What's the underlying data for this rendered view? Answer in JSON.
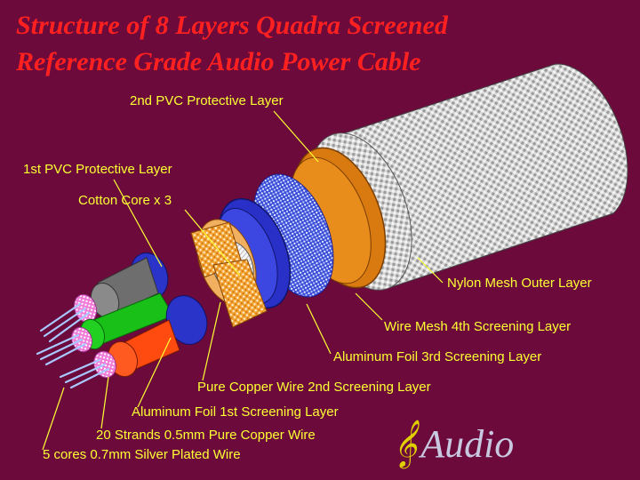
{
  "title": {
    "line1": "Structure of 8 Layers Quadra Screened",
    "line2": "Reference Grade Audio Power Cable"
  },
  "labels": {
    "pvc2": "2nd PVC Protective Layer",
    "pvc1": "1st PVC Protective Layer",
    "cotton": "Cotton Core x 3",
    "nylon": "Nylon Mesh Outer Layer",
    "wiremesh": "Wire Mesh 4th Screening Layer",
    "alu3": "Aluminum Foil 3rd Screening Layer",
    "copper2": "Pure Copper Wire 2nd Screening Layer",
    "alu1": "Aluminum Foil 1st Screening Layer",
    "strands": "20 Strands 0.5mm Pure Copper Wire",
    "silver": "5 cores 0.7mm Silver Plated Wire"
  },
  "logo": {
    "clef": "𝄞",
    "text": "Audio"
  },
  "colors": {
    "background": "#6b0a3b",
    "title": "#ff2020",
    "label": "#ffff33",
    "nylon": "#cfcfcf",
    "pvc_orange": "#d97a10",
    "wire_mesh": "#3b4fd8",
    "foil_blue": "#2830c8",
    "copper_mesh": "#f0a030"
  }
}
